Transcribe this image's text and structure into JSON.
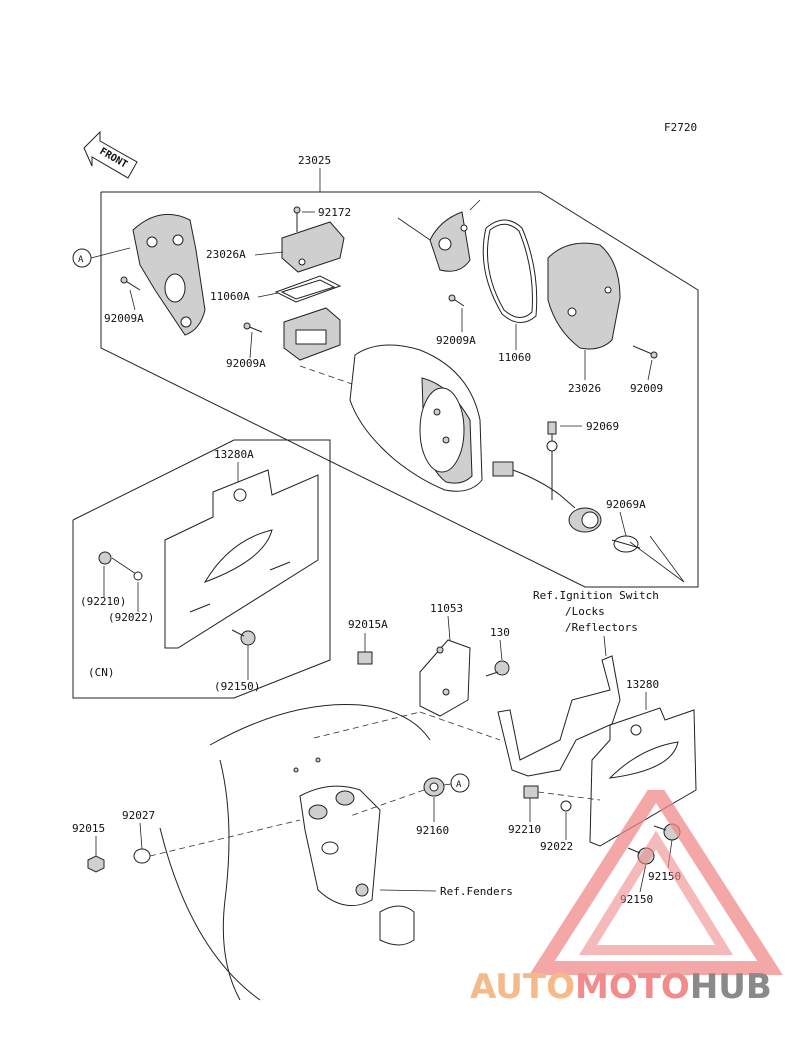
{
  "figure_code": "F2720",
  "front_label": "FRONT",
  "ref_a": "A",
  "cn_label": "(CN)",
  "references": {
    "ignition": [
      "Ref.Ignition Switch",
      "/Locks",
      "/Reflectors"
    ],
    "fenders": "Ref.Fenders"
  },
  "parts": {
    "p23025": "23025",
    "p92172": "92172",
    "p23026A": "23026A",
    "p11060A": "11060A",
    "p92009A_1": "92009A",
    "p92009A_2": "92009A",
    "p92009A_3": "92009A",
    "p11060": "11060",
    "p23026": "23026",
    "p92009": "92009",
    "p92069": "92069",
    "p92069A": "92069A",
    "p13280A": "13280A",
    "p92210_paren": "(92210)",
    "p92022_paren": "(92022)",
    "p92150_paren": "(92150)",
    "p92015A": "92015A",
    "p11053": "11053",
    "p130": "130",
    "p13280": "13280",
    "p92015": "92015",
    "p92027": "92027",
    "p92160": "92160",
    "p92210": "92210",
    "p92022": "92022",
    "p92150_1": "92150",
    "p92150_2": "92150"
  },
  "watermark": {
    "part1": "AUTO",
    "part2": "MOTO",
    "part3": "HUB",
    "color_part1": "#f5b98a",
    "color_part2": "#f28b8b",
    "color_part3": "#8a8a8a",
    "triangle_color": "#f08a8a"
  }
}
